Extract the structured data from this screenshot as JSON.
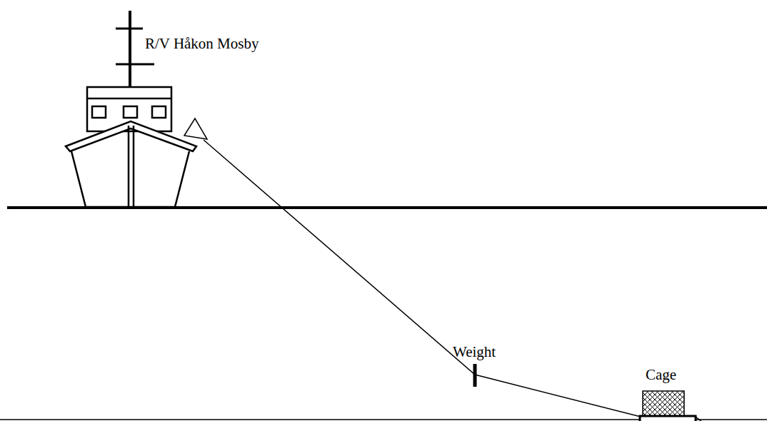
{
  "diagram": {
    "labels": [
      "R/V Håkon Mosby",
      "Weight",
      "Cage"
    ]
  }
}
